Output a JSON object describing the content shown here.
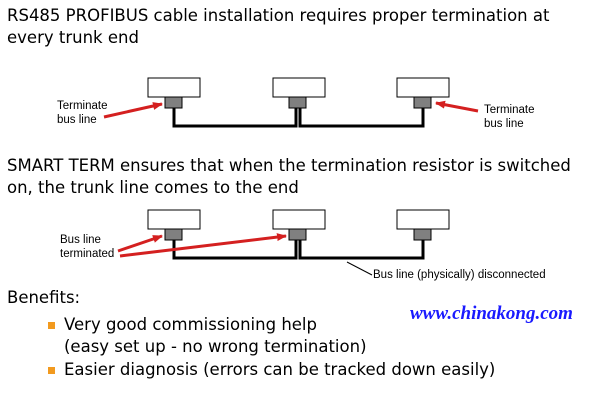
{
  "heading1_line1": "RS485 PROFIBUS cable installation requires proper termination at",
  "heading1_line2": "every trunk end",
  "left_label_line1": "Terminate",
  "left_label_line2": "bus line",
  "right_label_line1": "Terminate",
  "right_label_line2": "bus line",
  "heading2_line1": "SMART TERM ensures that when the termination resistor is switched",
  "heading2_line2": "on, the trunk line comes to the end",
  "terminated_line1": "Bus line",
  "terminated_line2": "terminated",
  "disconnected_label": "Bus line (physically) disconnected",
  "benefits_title": "Benefits:",
  "benefit1_line1": "Very good commissioning help",
  "benefit1_line2": "(easy set up - no wrong termination)",
  "benefit2_line1": "Easier diagnosis (errors can be tracked down easily)",
  "watermark": "www.chinakong.com",
  "colors": {
    "arrow": "#d42020",
    "bullet": "#f29a1f",
    "connector": "#808080",
    "watermark": "#1a1aff"
  }
}
